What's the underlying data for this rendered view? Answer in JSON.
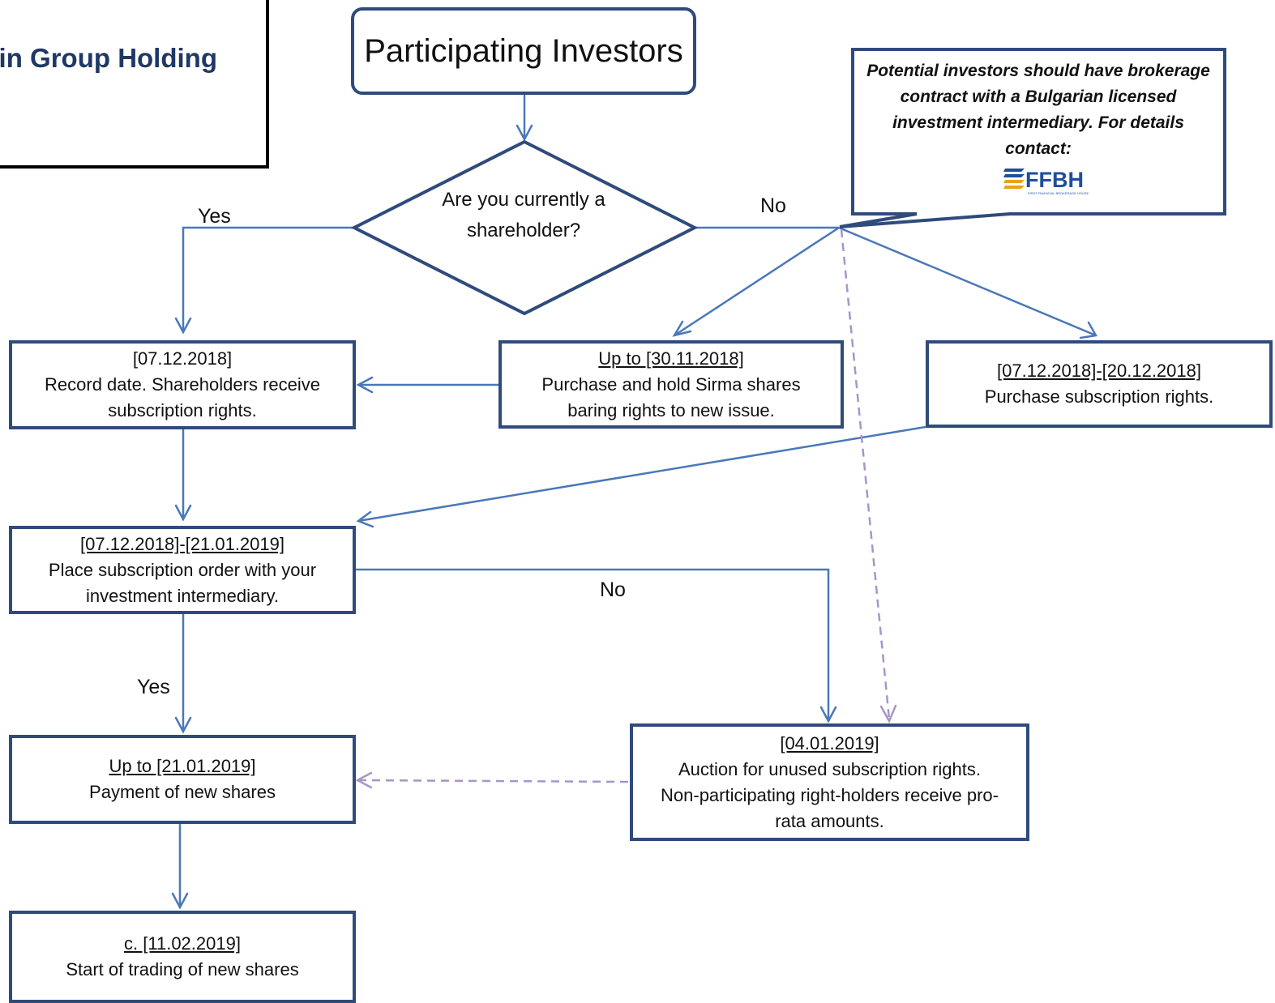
{
  "title": "to invest in Group Holding",
  "start": "Participating Investors",
  "decision": "Are you currently a shareholder?",
  "callout": {
    "text": "Potential investors should have brokerage contract with a Bulgarian licensed investment intermediary. For details contact:",
    "logo_text": "FFBH",
    "logo_subtext": "FIRST FINANCIAL BROKERAGE HOUSE",
    "logo_icon": "stacked-stripes-icon"
  },
  "labels": {
    "yes_top": "Yes",
    "no_top": "No",
    "no_mid": "No",
    "yes_mid": "Yes"
  },
  "boxes": {
    "record_date": {
      "date": "[07.12.2018]",
      "text": "Record date. Shareholders receive subscription rights."
    },
    "purchase_hold": {
      "date": "Up to [30.11.2018]",
      "text": "Purchase and hold Sirma shares baring rights to new issue."
    },
    "purchase_rights": {
      "date": "[07.12.2018]-[20.12.2018]",
      "text": "Purchase subscription rights."
    },
    "place_order": {
      "date": "[07.12.2018]-[21.01.2019]",
      "text": "Place subscription order with your investment intermediary."
    },
    "payment": {
      "date": "Up to [21.01.2019]",
      "text": "Payment of new shares"
    },
    "auction": {
      "date": "[04.01.2019]",
      "text": "Auction for unused subscription rights. Non-participating right-holders receive pro-rata amounts."
    },
    "trading": {
      "date": "c. [11.02.2019]",
      "text": "Start of trading of new shares"
    }
  },
  "colors": {
    "box_border": "#2f4b7c",
    "connector": "#4a78b8",
    "dashed_connector": "#a895c9",
    "title_text": "#1f3864",
    "logo_blue": "#1f4e9c",
    "logo_gold": "#e8a21a"
  }
}
